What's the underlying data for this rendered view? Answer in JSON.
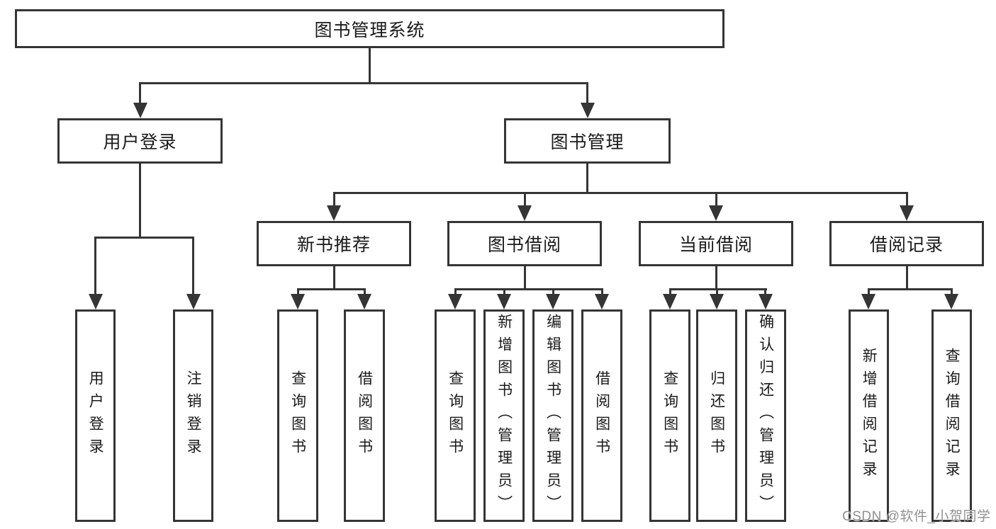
{
  "diagram": {
    "root": {
      "label": "图书管理系统"
    },
    "level2": [
      {
        "id": "user-login",
        "label": "用户登录"
      },
      {
        "id": "book-management",
        "label": "图书管理"
      }
    ],
    "level3": [
      {
        "id": "new-book-recommend",
        "parent": "图书管理",
        "label": "新书推荐"
      },
      {
        "id": "book-borrowing",
        "parent": "图书管理",
        "label": "图书借阅"
      },
      {
        "id": "current-borrowing",
        "parent": "图书管理",
        "label": "当前借阅"
      },
      {
        "id": "borrowing-records",
        "parent": "图书管理",
        "label": "借阅记录"
      }
    ],
    "leaves": [
      {
        "parent": "用户登录",
        "label": "用户登录"
      },
      {
        "parent": "用户登录",
        "label": "注销登录"
      },
      {
        "parent": "新书推荐",
        "label": "查询图书"
      },
      {
        "parent": "新书推荐",
        "label": "借阅图书"
      },
      {
        "parent": "图书借阅",
        "label": "查询图书"
      },
      {
        "parent": "图书借阅",
        "label": "新增图书（管理员）"
      },
      {
        "parent": "图书借阅",
        "label": "编辑图书（管理员）"
      },
      {
        "parent": "图书借阅",
        "label": "借阅图书"
      },
      {
        "parent": "当前借阅",
        "label": "查询图书"
      },
      {
        "parent": "当前借阅",
        "label": "归还图书"
      },
      {
        "parent": "当前借阅",
        "label": "确认归还（管理员）"
      },
      {
        "parent": "借阅记录",
        "label": "新增借阅记录"
      },
      {
        "parent": "借阅记录",
        "label": "查询借阅记录"
      }
    ]
  },
  "watermark": "CSDN @软件_小贺同学",
  "colors": {
    "line": "#353535",
    "text": "#1a1a1a",
    "box-bg": "#ffffff",
    "watermark": "#909090"
  }
}
